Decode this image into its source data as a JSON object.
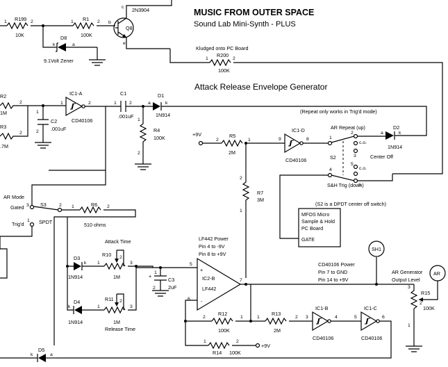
{
  "title": "MUSIC FROM OUTER SPACE",
  "subtitle": "Sound Lab Mini-Synth - PLUS",
  "section_title": "Attack Release Envelope Generator",
  "notes": {
    "kludged": "Kludged onto PC Board",
    "repeat_only": "(Repeat only works in Trig'd mode)",
    "s2_dpdt": "(S2 is a DPDT center off switch)",
    "lf442_power_1": "LF442 Power",
    "lf442_power_2": "Pin 4 to -9V",
    "lf442_power_3": "Pin 8 to +9V",
    "cd40106_power_1": "CD40106 Power",
    "cd40106_power_2": "Pin 7 to GND",
    "cd40106_power_3": "Pin 14 to +9V",
    "mfos_1": "MFOS Micro",
    "mfos_2": "Sample & Hold",
    "mfos_3": "PC Board",
    "mfos_gate": "GATE",
    "ar_gen_1": "AR Generator",
    "ar_gen_2": "Output Level"
  },
  "components": {
    "r199": "R199",
    "r199_v": "10K",
    "r1": "R1",
    "r1_v": "100K",
    "q8": "Q8",
    "q8_part": "2N3904",
    "d8": "D8",
    "d8_v": "9.1Volt Zener",
    "r200": "R200",
    "r200_v": "100K",
    "r2": "R2",
    "r2_v": "1M",
    "r3": "R3",
    "r3_v": ".7M",
    "c2": "C2",
    "c2_v": ".001uF",
    "ic1a": "IC1-A",
    "ic1a_p": "CD40106",
    "c1": "C1",
    "c1_v": ".001uF",
    "d1": "D1",
    "d1_p": "1N914",
    "r4": "R4",
    "r4_v": "100K",
    "plus9v_r5": "+9V",
    "r5": "R5",
    "r5_v": "2M",
    "ic1d": "IC1-D",
    "ic1d_p": "CD40106",
    "ar_repeat": "AR Repeat (up)",
    "d2": "D2",
    "d2_p": "1N914",
    "s2": "S2",
    "center_off": "Center Off",
    "co1": "c.o.",
    "co2": "c.o.",
    "sh_trig": "S&H Trig (down)",
    "r7": "R7",
    "r7_v": "3M",
    "ar_mode": "AR Mode",
    "gated": "Gated",
    "trigd": "Trig'd",
    "s3": "S3",
    "s3_p": "SPDT",
    "r6": "R6",
    "r6_v": "510 ohms",
    "attack_time": "Attack Time",
    "release_time": "Release Time",
    "d3": "D3",
    "d3_p": "1N914",
    "d4": "D4",
    "d4_p": "1N914",
    "r10": "R10",
    "r10_v": "1M",
    "r11": "R11",
    "r11_v": "1M",
    "c3": "C3",
    "c3_v": "2uF",
    "ic2b": "IC2-B",
    "ic2b_p": "LF442",
    "sh1": "SH1",
    "ar": "AR",
    "r15": "R15",
    "r15_v": "100K",
    "r12": "R12",
    "r12_v": "100K",
    "r13": "R13",
    "r13_v": "2M",
    "ic1b": "IC1-B",
    "ic1b_p": "CD40106",
    "ic1c": "IC1-C",
    "ic1c_p": "CD40106",
    "r14": "R14",
    "r14_v": "100K",
    "plus9v_r14": "+9V",
    "d5": "D5"
  },
  "pins": {
    "p1": "1",
    "p2": "2",
    "p3": "3",
    "p4": "4",
    "p5": "5",
    "p6": "6",
    "p7": "7",
    "p8": "8",
    "p9": "9",
    "a": "a",
    "k": "k",
    "b": "b",
    "c": "c",
    "e": "e"
  }
}
